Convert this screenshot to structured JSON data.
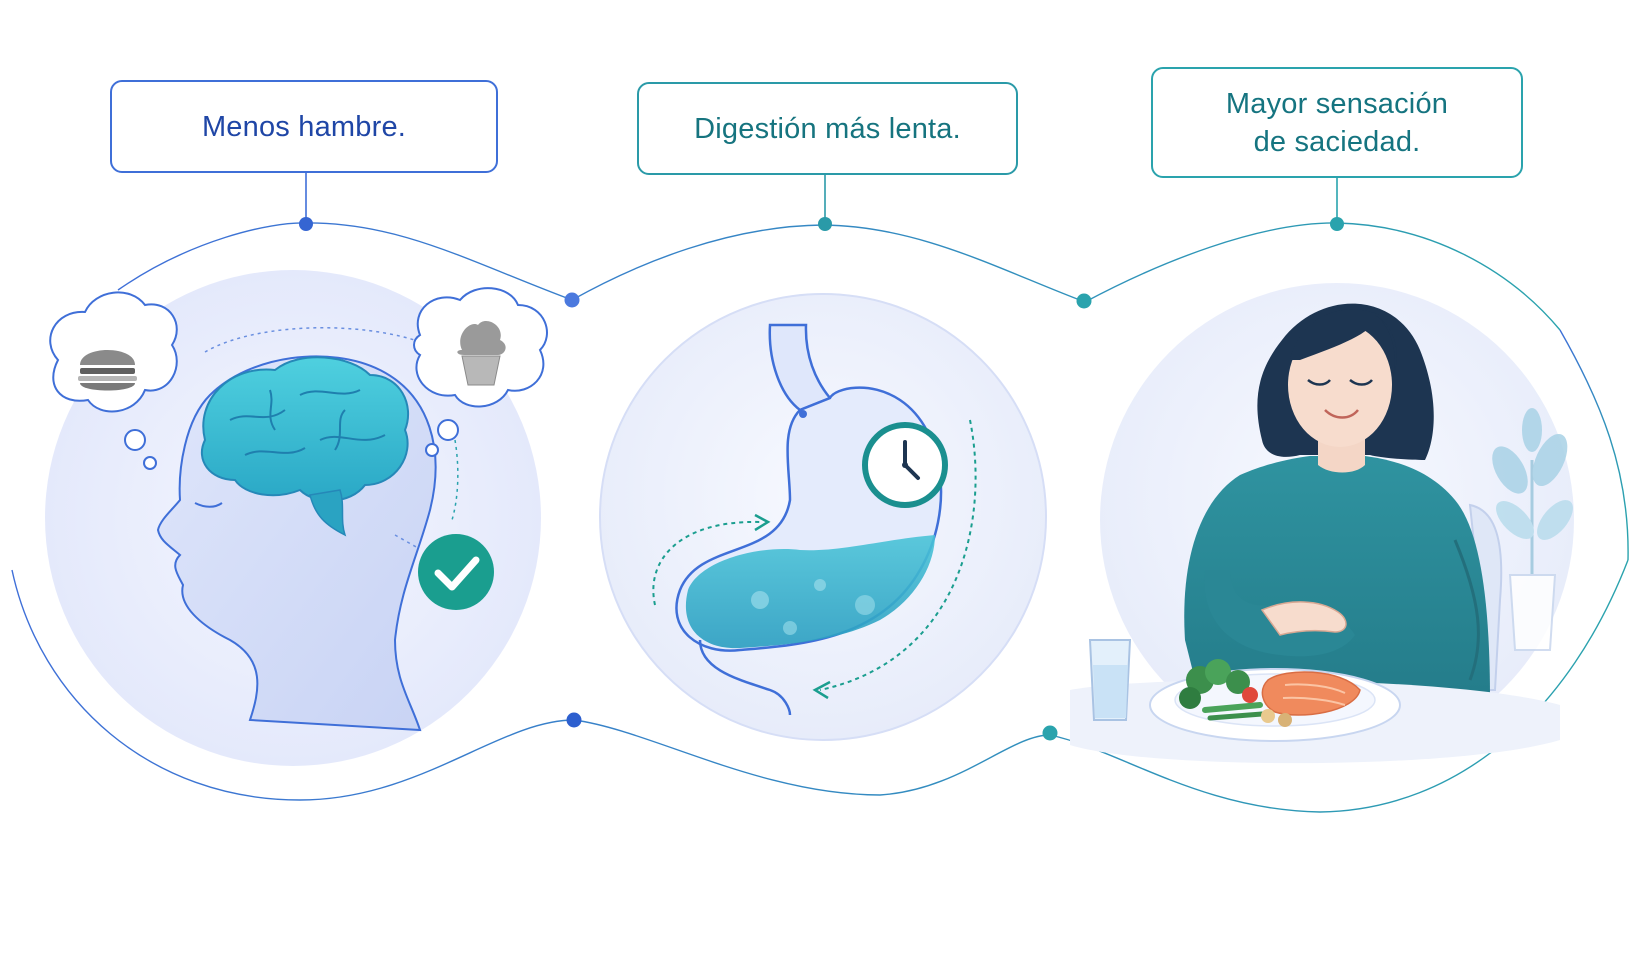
{
  "panels": [
    {
      "label": "Menos hambre.",
      "color": "#1f46a6"
    },
    {
      "label": "Digestión más lenta.",
      "color": "#16747f"
    },
    {
      "label_lines": [
        "Mayor sensación",
        "de saciedad."
      ],
      "color": "#157480"
    }
  ],
  "colors": {
    "blue_accent": "#3f6fd8",
    "teal_accent": "#2a9aa8",
    "check_badge": "#1a9e8f",
    "sweater": "#2c8b97",
    "hair": "#1d3551",
    "salmon": "#f08a5d"
  },
  "icons": [
    "burger-icon",
    "cupcake-icon",
    "brain-icon",
    "check-icon",
    "stomach-icon",
    "clock-icon",
    "woman-illustration",
    "plate-icon",
    "water-glass-icon",
    "plant-icon"
  ]
}
